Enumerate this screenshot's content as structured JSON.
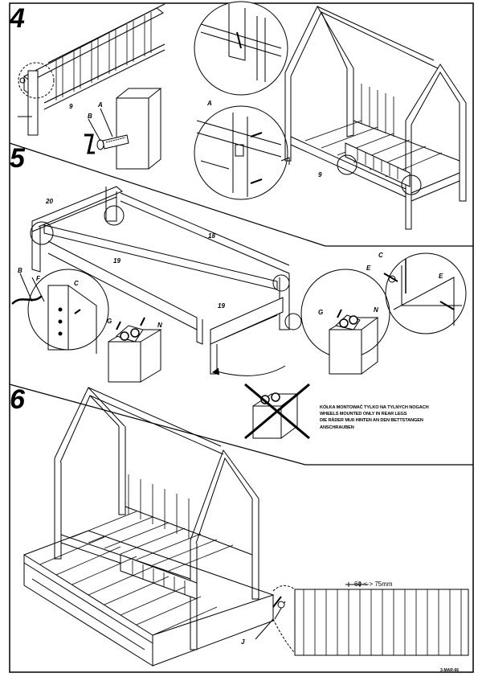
{
  "steps": {
    "s4": "4",
    "s5": "5",
    "s6": "6"
  },
  "labels": {
    "step4": {
      "A1": "A",
      "B": "B",
      "part9a": "9",
      "A2": "A",
      "part9b": "9"
    },
    "step5": {
      "p20": "20",
      "p18": "18",
      "p19a": "19",
      "p19b": "19",
      "B": "B",
      "F": "F",
      "C1": "C",
      "G1": "G",
      "N1": "N",
      "C2": "C",
      "E1": "E",
      "E2": "E",
      "G2": "G",
      "N2": "N"
    },
    "step6": {
      "J": "J"
    }
  },
  "wheel_note": {
    "pl": "KÓŁKA MONTOWAĆ TYLKO NA TYLNYCH NOGACH",
    "en": "WHEELS MOUNTED ONLY IN REAR LEGS",
    "de1": "DIE RÄDER MUß HINTEN AN DEN BETTSTANGEN",
    "de2": "ANSCHRAUBEN"
  },
  "slat_spacing": "60 <-> 75mm",
  "page_code": "3-MAR-66"
}
